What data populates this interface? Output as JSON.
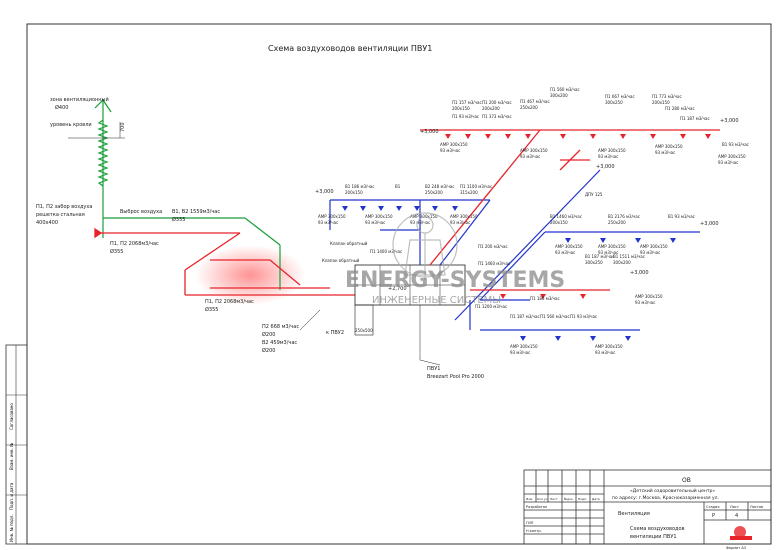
{
  "title": "Схема воздуховодов вентиляции ПВУ1",
  "watermark": {
    "brand": "ENERGY-SYSTEMS",
    "subtitle": "ИНЖЕНЕРНЫЕ СИСТЕМЫ"
  },
  "unit": {
    "name": "ПВУ1",
    "model": "Breezart Pool Pro 2000"
  },
  "left_labels": {
    "intake_zone": "зона вентиляционный",
    "intake_diam": "Ø400",
    "roof_level": "уровень кровли",
    "height": "700",
    "exhaust": "Выброс воздуха",
    "grille_1": "П1, П2 забор воздуха",
    "grille_2": "решетка стальная",
    "grille_3": "400х400",
    "exhaust_flow": "В1, В2  1559м3/час",
    "exhaust_diam": "Ø355",
    "supply_flow": "П1, П2 2068м3/час",
    "supply_diam": "Ø355",
    "supply2_flow": "П1, П2 2068м3/час",
    "supply2_diam": "Ø355",
    "p2_flow": "П2  668 м3/час",
    "p2_diam": "Ø200",
    "b2_flow": "В2  459м3/час",
    "b2_diam": "Ø200",
    "to_pvu2": "к ПВУ2",
    "box": "250х500",
    "n2700": "+2,700"
  },
  "levels": [
    "+3,000",
    "+3,000",
    "+3,000",
    "+3,000",
    "+3,000",
    "+3,000"
  ],
  "top_branch": {
    "flows": [
      "П1 157 м3/час",
      "П1 200 м3/час",
      "П1 467 м3/час",
      "П1 560 м3/час",
      "П1 667 м3/час",
      "П1 773 м3/час",
      "П1 280 м3/час",
      "П1 187 м3/час",
      "П1 93 м3/час",
      "В1 93 м3/час",
      "П1 373 м3/час"
    ],
    "ducts": [
      "200х150",
      "200х200",
      "250х200",
      "300х200",
      "300х250",
      "200х150"
    ],
    "diffuser": "АМР 300х150",
    "per_unit": "93 м3/час"
  },
  "middle_branch": {
    "flows": [
      "В1 186 м3/час",
      "В1",
      "В2 248 м3/час",
      "П1 1100 м3/час",
      "П1 1400 м3/час",
      "П1 1460 м3/час",
      "П1 200 м3/час"
    ],
    "diffuser": "АМР 300х150",
    "per_unit": "93 м3/час",
    "dpu": "ДПУ 125",
    "klapan": "Клапан обратный",
    "ducts": [
      "200х150",
      "250х200",
      "315х200"
    ]
  },
  "right_branch": {
    "flows": [
      "В1 1460 м3/час",
      "В1 2176 м3/час",
      "В1 1511 м3/час",
      "В1 187 м3/час",
      "В1 93 м3/час",
      "П1 1200 м3/час",
      "П1 560 м3/час",
      "П1 187 м3/час",
      "П1 93 м3/час",
      "П1 186 м3/час"
    ],
    "diffuser": "АМР 300х150",
    "ducts": [
      "200х150",
      "250х200",
      "300х200",
      "300х250"
    ],
    "per_unit": "93 м3/час"
  },
  "title_block": {
    "code": "ОВ",
    "project_1": "«Детский оздоровительный центр»",
    "project_2": "по адресу: г.Москва, Красноказарменная ул.",
    "section": "Вентиляция",
    "stage_head": "Стадия",
    "sheet_head": "Лист",
    "sheets_head": "Листов",
    "stage": "Р",
    "sheet": "4",
    "sheets": "",
    "drawing_1": "Схема воздуховодов",
    "drawing_2": "вентиляции ПВУ1",
    "row_izm": "Изм.",
    "row_kol": "Кол.уч",
    "row_list": "Лист",
    "row_doc": "№док.",
    "row_sign": "Подп.",
    "row_date": "Дата",
    "razrab": "Разработал",
    "gip": "ГИП",
    "nkontr": "Н.контр.",
    "format": "Формат А3"
  },
  "side_stamp": [
    "Согласовано",
    "Взам. инв. №",
    "Подп. и дата",
    "Инв. № подл."
  ],
  "colors": {
    "supply": "#e8232a",
    "exhaust": "#2233cc",
    "intake": "#1a9e3a",
    "ink": "#222222",
    "frame": "#333333"
  }
}
